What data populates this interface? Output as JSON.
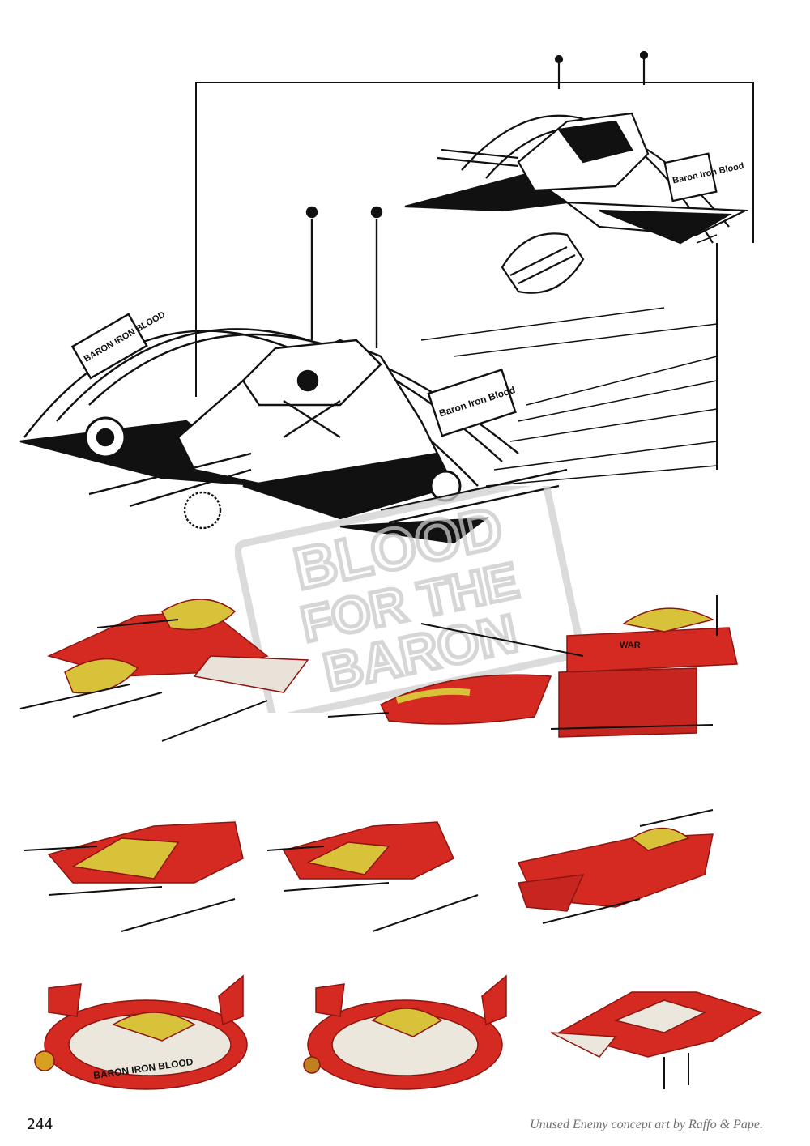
{
  "page": {
    "number": "244",
    "caption": "Unused Enemy concept art by Raffo & Pape."
  },
  "sketch": {
    "decal_front": "BARON IRON BLOOD",
    "decal_rear": "Baron Iron Blood",
    "decal_side": "Baron Iron Blood"
  },
  "watermark": {
    "line1": "BLOOD",
    "line2": "FOR THE",
    "line3": "BARON"
  },
  "models": {
    "label_cockpit": "BARON IRON BLOOD",
    "label_wing": "WAR"
  },
  "colors": {
    "ink": "#111111",
    "red": "#d42a22",
    "dark_red": "#8e1410",
    "yellow": "#d8c23a",
    "watermark": "#cfcfcf"
  }
}
